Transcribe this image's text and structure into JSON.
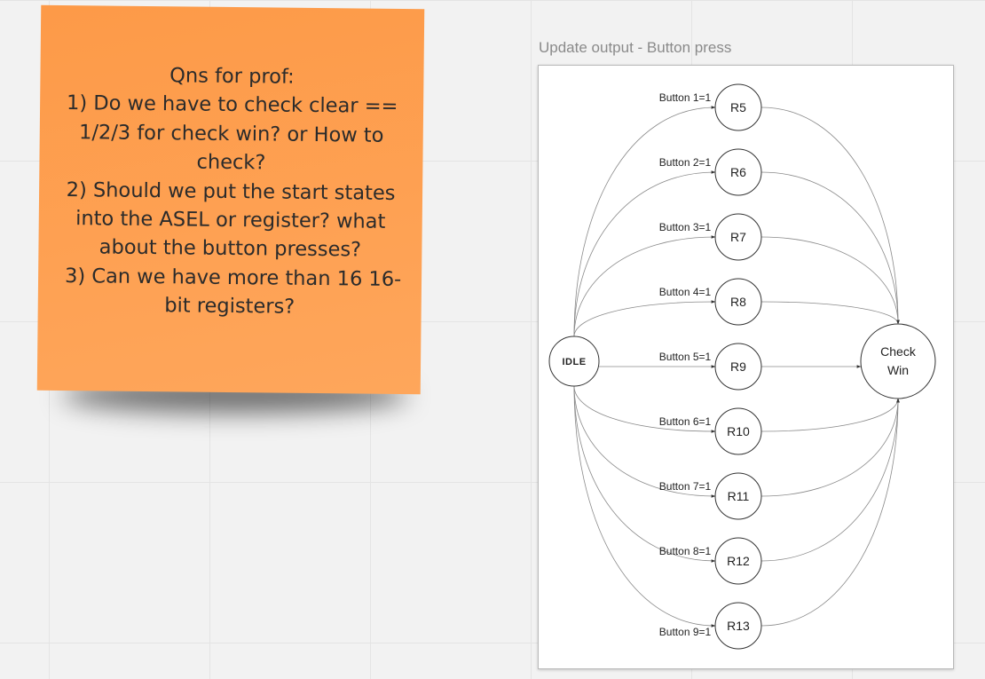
{
  "sticky_note": {
    "lines": [
      "Qns for prof:",
      "1) Do we have to check clear ==",
      "1/2/3 for check win? or How to",
      "check?",
      "2) Should we put the start states",
      "into the ASEL or register? what",
      "about the button presses?",
      "3) Can we have more than 16 16-",
      "bit registers?"
    ],
    "color": "#fd9f50"
  },
  "frame": {
    "title": "Update output - Button press"
  },
  "diagram": {
    "start_state": "IDLE",
    "end_state_lines": [
      "Check",
      "Win"
    ],
    "transitions": [
      {
        "label": "Button 1=1",
        "state": "R5"
      },
      {
        "label": "Button 2=1",
        "state": "R6"
      },
      {
        "label": "Button 3=1",
        "state": "R7"
      },
      {
        "label": "Button 4=1",
        "state": "R8"
      },
      {
        "label": "Button 5=1",
        "state": "R9"
      },
      {
        "label": "Button 6=1",
        "state": "R10"
      },
      {
        "label": "Button 7=1",
        "state": "R11"
      },
      {
        "label": "Button 8=1",
        "state": "R12"
      },
      {
        "label": "Button 9=1",
        "state": "R13"
      }
    ]
  }
}
